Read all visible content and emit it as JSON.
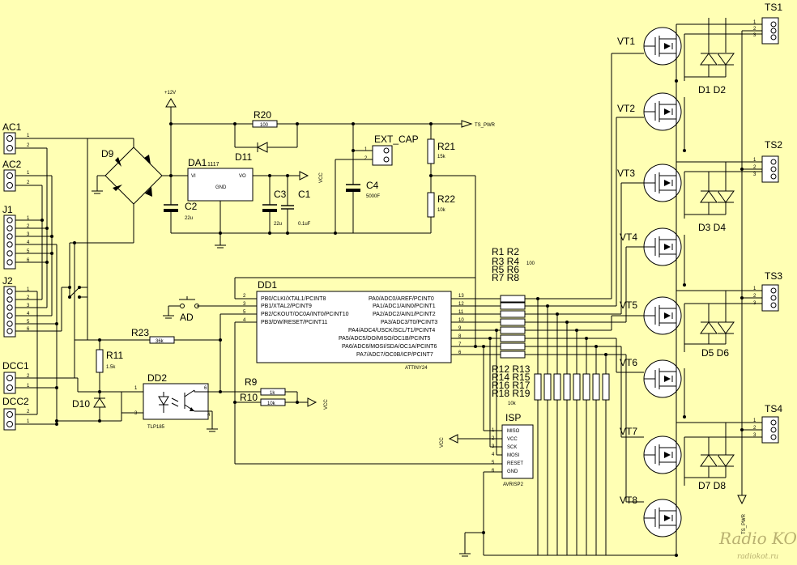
{
  "connectors": {
    "ac1": {
      "name": "AC1",
      "pins": [
        "1",
        "2"
      ]
    },
    "ac2": {
      "name": "AC2",
      "pins": [
        "1",
        "2"
      ]
    },
    "j1": {
      "name": "J1",
      "pins": [
        "1",
        "2",
        "3",
        "4",
        "5",
        "6"
      ]
    },
    "j2": {
      "name": "J2",
      "pins": [
        "1",
        "2",
        "3",
        "4",
        "5",
        "6"
      ]
    },
    "dcc1": {
      "name": "DCC1",
      "pins": [
        "2",
        "1"
      ]
    },
    "dcc2": {
      "name": "DCC2",
      "pins": [
        "2",
        "1"
      ]
    },
    "ext_cap": {
      "name": "EXT_CAP",
      "pins": [
        "1",
        "2"
      ]
    },
    "ts": [
      {
        "name": "TS1",
        "pins": [
          "1",
          "2",
          "3"
        ]
      },
      {
        "name": "TS2",
        "pins": [
          "1",
          "2",
          "3"
        ]
      },
      {
        "name": "TS3",
        "pins": [
          "1",
          "2",
          "3"
        ]
      },
      {
        "name": "TS4",
        "pins": [
          "1",
          "2",
          "3"
        ]
      }
    ]
  },
  "power": {
    "plus12v": "+12V",
    "ts_pwr": "TS_PWR",
    "vcc": "VCC"
  },
  "regulator": {
    "name": "DA1",
    "part": "1117",
    "vi": "VI",
    "vo": "VO",
    "gnd": "GND"
  },
  "bridge": {
    "name": "D9"
  },
  "caps": {
    "c1": {
      "name": "C1",
      "value": "0.1uF"
    },
    "c2": {
      "name": "C2",
      "value": "22u"
    },
    "c3": {
      "name": "C3",
      "value": "22u"
    },
    "c4": {
      "name": "C4",
      "value": "5000F"
    }
  },
  "resistors": {
    "r20": {
      "name": "R20",
      "value": "100"
    },
    "r21": {
      "name": "R21",
      "value": "15k"
    },
    "r22": {
      "name": "R22",
      "value": "10k"
    },
    "r23": {
      "name": "R23",
      "value": "36k"
    },
    "r11": {
      "name": "R11",
      "value": "1.5k"
    },
    "r9": {
      "name": "R9",
      "value": "1k"
    },
    "r10": {
      "name": "R10",
      "value": "10k"
    },
    "bank_top": {
      "lines": [
        "R1 R2",
        "R3 R4",
        "R5 R6",
        "R7 R8"
      ],
      "value": "100"
    },
    "bank_bottom": {
      "lines": [
        "R12 R13",
        "R14 R15",
        "R16 R17",
        "R18 R19"
      ],
      "value": "10k"
    }
  },
  "diodes": {
    "d11": "D11",
    "d10": "D10",
    "pairs": [
      "D1 D2",
      "D3 D4",
      "D5 D6",
      "D7 D8"
    ]
  },
  "optocoupler": {
    "name": "DD2",
    "part": "TLP185",
    "pin_left": "1",
    "pin_left2": "3",
    "pin_right": "6",
    "pin_right2": "4"
  },
  "switch": {
    "name": "AD"
  },
  "mcu": {
    "name": "DD1",
    "part": "ATTINY24",
    "left_pins": [
      {
        "num": "2",
        "label": "PB0/CLKI/XTAL1/PCINT8"
      },
      {
        "num": "3",
        "label": "PB1/XTAL2/PCINT9"
      },
      {
        "num": "5",
        "label": "PB2/CKOUT/OC0A/INT0/PCINT10"
      },
      {
        "num": "4",
        "label": "PB3/DW/RESET/PCINT11"
      }
    ],
    "right_pins": [
      {
        "num": "13",
        "label": "PA0/ADC0/AREF/PCINT0"
      },
      {
        "num": "12",
        "label": "PA1/ADC1/AIN0/PCINT1"
      },
      {
        "num": "11",
        "label": "PA2/ADC2/AIN1/PCINT2"
      },
      {
        "num": "10",
        "label": "PA3/ADC3/T0/PCINT3"
      },
      {
        "num": "9",
        "label": "PA4/ADC4/USCK/SCL/T1/PCINT4"
      },
      {
        "num": "8",
        "label": "PA5/ADC5/DO/MISO/OC1B/PCINT5"
      },
      {
        "num": "7",
        "label": "PA6/ADC6/MOSI/SDA/OC1A/PCINT6"
      },
      {
        "num": "6",
        "label": "PA7/ADC7/OC0B/ICP/PCINT7"
      }
    ]
  },
  "isp": {
    "name": "ISP",
    "part": "AVRISP2",
    "pins": [
      {
        "num": "1",
        "label": "MISO"
      },
      {
        "num": "2",
        "label": "VCC"
      },
      {
        "num": "3",
        "label": "SCK"
      },
      {
        "num": "4",
        "label": "MOSI"
      },
      {
        "num": "5",
        "label": "RESET"
      },
      {
        "num": "6",
        "label": "GND"
      }
    ]
  },
  "transistors": [
    "VT1",
    "VT2",
    "VT3",
    "VT4",
    "VT5",
    "VT6",
    "VT7",
    "VT8"
  ],
  "watermark": {
    "brand": "Radio KOT",
    "site": "radiokot.ru"
  }
}
